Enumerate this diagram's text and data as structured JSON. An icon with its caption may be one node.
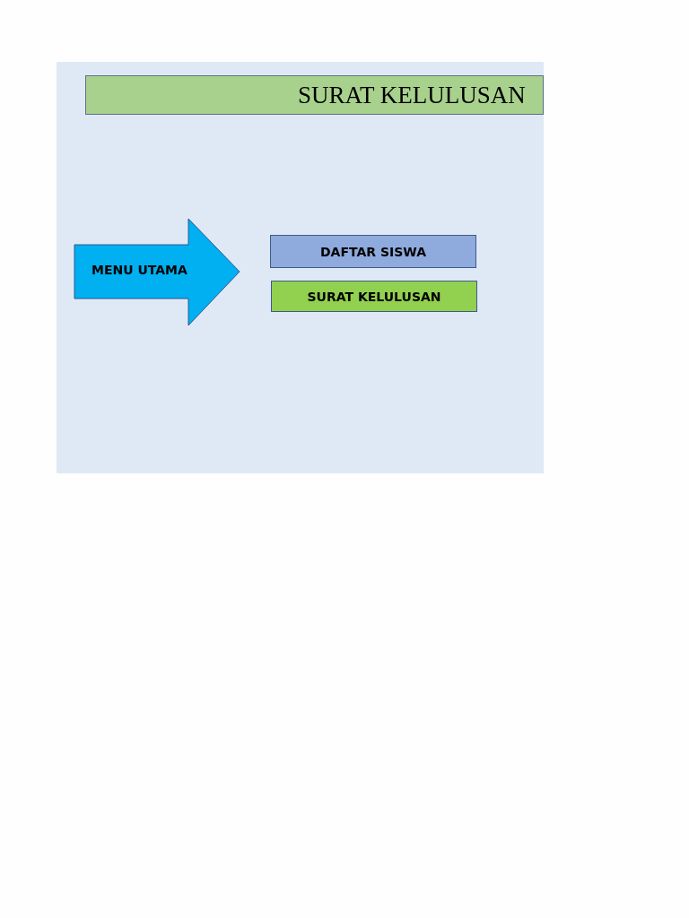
{
  "diagram": {
    "nodes": [
      {
        "text": [
          "SURAT KELULUSAN"
        ]
      },
      {
        "text": [
          "MENU UTAMA"
        ]
      },
      {
        "text": [
          "DAFTAR SISWA"
        ]
      },
      {
        "text": [
          "SURAT KELULUSAN"
        ]
      }
    ]
  }
}
